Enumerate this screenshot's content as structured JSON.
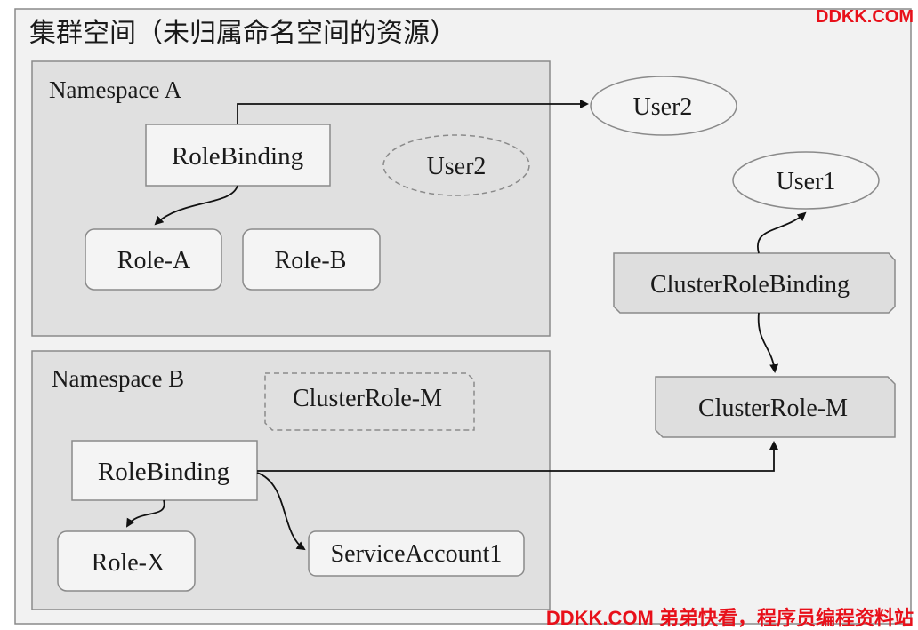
{
  "title": "集群空间（未归属命名空间的资源）",
  "watermark_top": "DDKK.COM",
  "watermark_bottom": "DDKK.COM 弟弟快看，程序员编程资料站",
  "namespace_a": {
    "label": "Namespace A",
    "rolebinding": "RoleBinding",
    "user_inner": "User2",
    "role_a": "Role-A",
    "role_b": "Role-B"
  },
  "namespace_b": {
    "label": "Namespace B",
    "clusterrole_ref": "ClusterRole-M",
    "rolebinding": "RoleBinding",
    "role_x": "Role-X",
    "service_account": "ServiceAccount1"
  },
  "cluster": {
    "user2": "User2",
    "user1": "User1",
    "clusterrolebinding": "ClusterRoleBinding",
    "clusterrole": "ClusterRole-M"
  },
  "colors": {
    "outer_bg": "#f2f2f2",
    "namespace_bg": "#e0e0e0",
    "node_bg": "#f4f4f4",
    "cluster_node_bg": "#dedede",
    "border": "#8a8a8a",
    "watermark": "#e8101a"
  }
}
